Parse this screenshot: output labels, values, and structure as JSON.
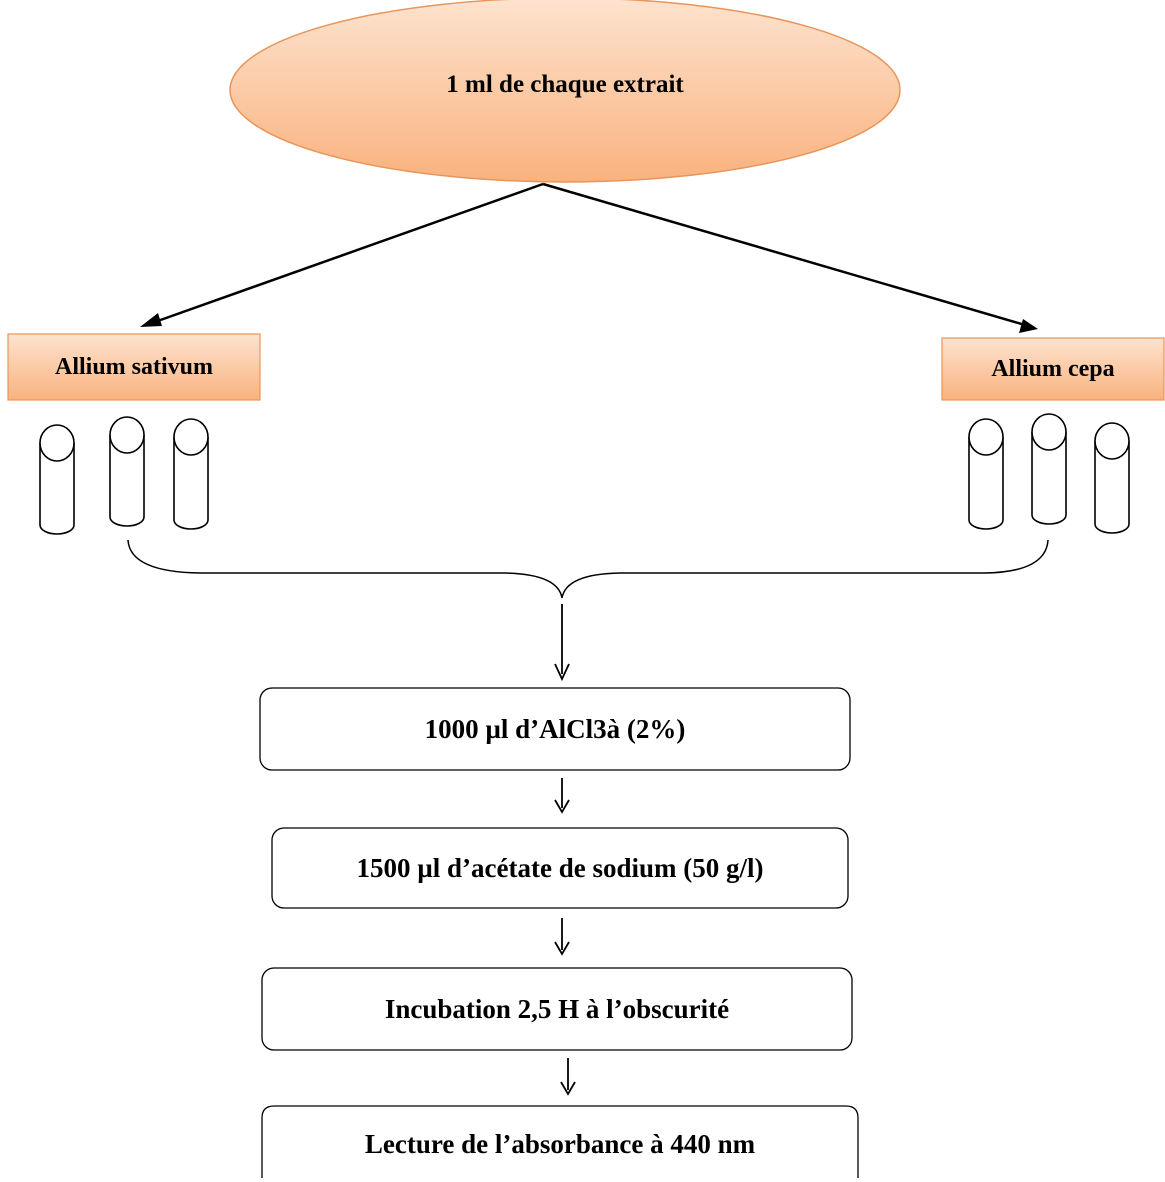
{
  "start": {
    "label": "1 ml de chaque extrait"
  },
  "branches": [
    {
      "label": "Allium sativum",
      "tube_count": 3
    },
    {
      "label": "Allium cepa",
      "tube_count": 3
    }
  ],
  "steps": [
    {
      "label": "1000 µl d’AlCl3à (2%)"
    },
    {
      "label": "1500 µl d’acétate de sodium (50 g/l)"
    },
    {
      "label": "Incubation 2,5 H à l’obscurité"
    },
    {
      "label": "Lecture de l’absorbance à 440 nm"
    }
  ],
  "colors": {
    "ellipse_fill_top": "#fde3cf",
    "ellipse_fill_bottom": "#f9b27e",
    "ellipse_stroke": "#e8955a",
    "label_box_fill_top": "#fde3cf",
    "label_box_fill_bottom": "#f9b27e",
    "label_box_stroke": "#e8955a",
    "line": "#000000"
  }
}
